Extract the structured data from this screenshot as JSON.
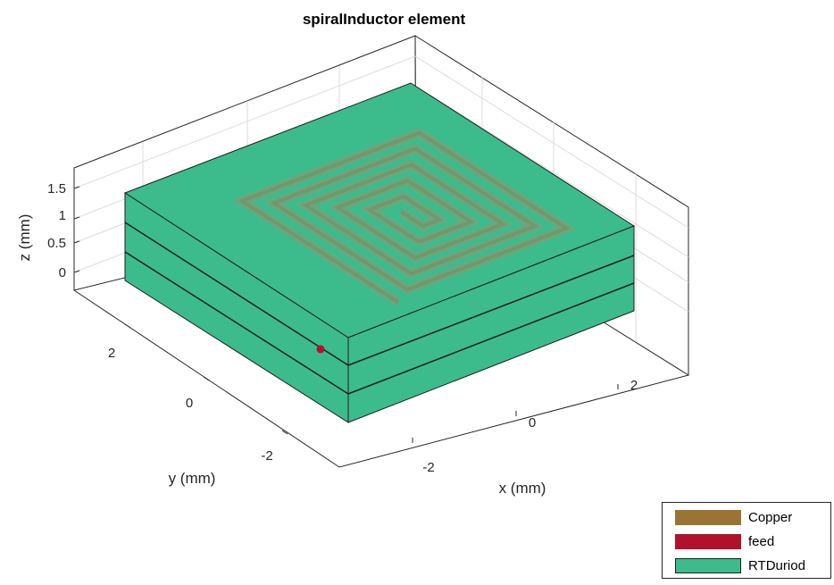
{
  "chart_data": {
    "type": "3d-layout",
    "title": "spiralInductor element",
    "xlabel": "x (mm)",
    "ylabel": "y (mm)",
    "zlabel": "z (mm)",
    "x_ticks": [
      "-2",
      "0",
      "2"
    ],
    "y_ticks": [
      "-2",
      "0",
      "2"
    ],
    "z_ticks": [
      "0",
      "0.5",
      "1",
      "1.5"
    ],
    "substrate_layers": 3,
    "spiral_turns": 5,
    "grid": "on",
    "legend_position": "bottom-right",
    "legend": [
      {
        "label": "Copper",
        "color": "#9a7432"
      },
      {
        "label": "feed",
        "color": "#b2112c"
      },
      {
        "label": "RTDuriod",
        "color": "#3cbc8c"
      }
    ]
  }
}
